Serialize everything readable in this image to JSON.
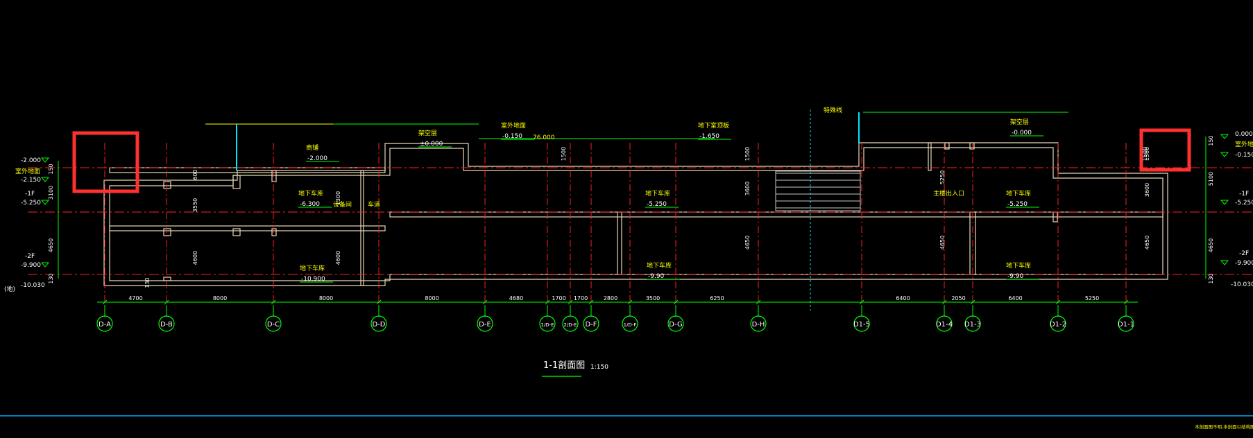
{
  "drawing": {
    "title": "1-1剖面图",
    "scale": "1:150",
    "corner_note": "本剖面图不明,本剖面以结构图纸为准"
  },
  "elevations_left": [
    {
      "text": "-2.000"
    },
    {
      "text": "室外地面"
    },
    {
      "text": "-2.150"
    },
    {
      "text": "-1F"
    },
    {
      "text": "-5.250"
    },
    {
      "text": "-2F"
    },
    {
      "text": "-9.900"
    },
    {
      "text": "-10.030"
    },
    {
      "text": "(地)"
    }
  ],
  "elevations_right": [
    {
      "text": "0.000"
    },
    {
      "text": "室外地面"
    },
    {
      "text": "-0.150"
    },
    {
      "text": "-1F"
    },
    {
      "text": "-5.250"
    },
    {
      "text": "-2F"
    },
    {
      "text": "-9.900"
    },
    {
      "text": "-10.030"
    }
  ],
  "section_labels": [
    {
      "text": "商铺",
      "sub": "-2.000"
    },
    {
      "text": "架空层",
      "sub": "±0.000"
    },
    {
      "text": "室外地面",
      "sub": "-0.150"
    },
    {
      "text": "76.000",
      "sub": ""
    },
    {
      "text": "地下室顶板",
      "sub": "-1.650"
    },
    {
      "text": "特殊线",
      "sub": ""
    },
    {
      "text": "架空层",
      "sub": "-0.000"
    },
    {
      "text": "地下车库",
      "sub": "-6.300"
    },
    {
      "text": "设备间",
      "sub": ""
    },
    {
      "text": "车道",
      "sub": ""
    },
    {
      "text": "地下车库",
      "sub": "-5.250"
    },
    {
      "text": "主楼出入口",
      "sub": ""
    },
    {
      "text": "地下车库",
      "sub": "-5.250"
    },
    {
      "text": "地下车库",
      "sub": "-10.900"
    },
    {
      "text": "地下车库",
      "sub": "-9.90"
    },
    {
      "text": "地下车库",
      "sub": "-9.90"
    }
  ],
  "vertical_dims": {
    "left": [
      "150",
      "3100",
      "4650",
      "130"
    ],
    "right": [
      "150",
      "5100",
      "4650",
      "130"
    ],
    "inner": [
      "600",
      "3550",
      "4600",
      "1300",
      "4600",
      "1500",
      "1500",
      "3600",
      "4650",
      "130",
      "1500",
      "5250",
      "4650",
      "1500",
      "3600",
      "4650"
    ]
  },
  "horizontal_dims": [
    "4700",
    "8000",
    "8000",
    "8000",
    "4680",
    "1700",
    "1700",
    "2800",
    "3500",
    "6250",
    "6400",
    "2050",
    "6400",
    "5250"
  ],
  "axes": [
    "D-A",
    "D-B",
    "D-C",
    "D-D",
    "D-E",
    "1/D-E",
    "2/D-E",
    "D-F",
    "1/D-F",
    "D-G",
    "D-H",
    "D1-5",
    "D1-4",
    "D1-3",
    "D1-2",
    "D1-1"
  ],
  "highlight_boxes": 2,
  "colors": {
    "background": "#000000",
    "wall": "#e8d9b8",
    "axis_red": "#ff2020",
    "dim_green": "#00ff00",
    "text_yellow": "#ffff00",
    "text_white": "#ffffff",
    "highlight": "#ff3030",
    "cyan": "#00e5ff",
    "footer_line": "#00aaff"
  }
}
